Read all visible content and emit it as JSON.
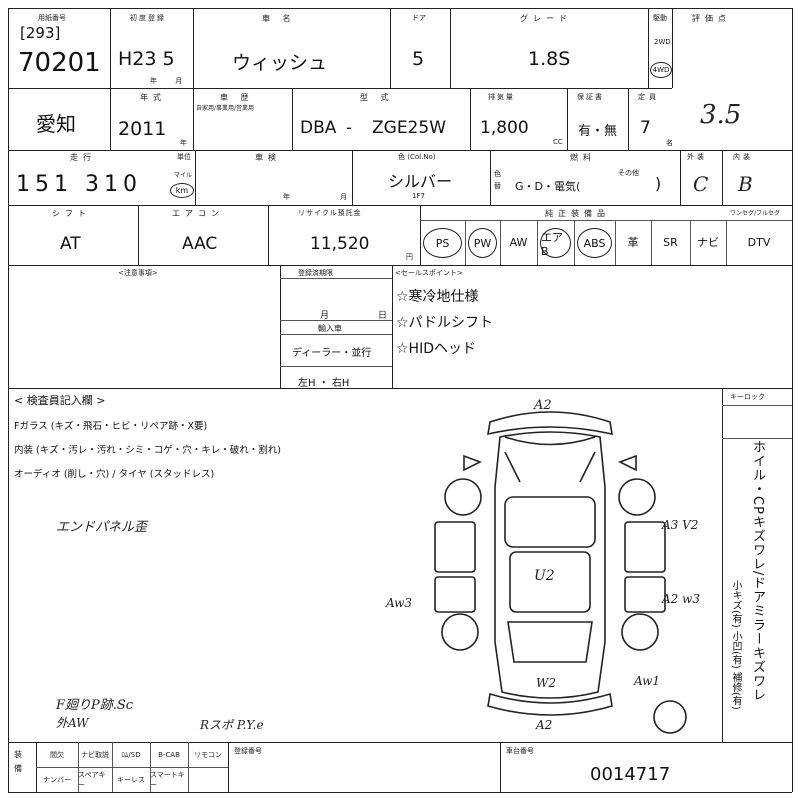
{
  "header": {
    "sheet_label": "用紙番号",
    "sheet_code": "[293]",
    "lot_number": "70201",
    "first_reg_label": "初度登録",
    "first_reg_value": "H23 5",
    "year_month_label": "年 月",
    "car_name_label": "車 名",
    "car_name": "ウィッシュ",
    "door_label": "ドア",
    "doors": "5",
    "grade_label": "グレード",
    "grade": "1.8S",
    "drive_label": "駆動",
    "drive_2wd": "2WD",
    "drive_4wd": "4WD",
    "score_label": "評価点",
    "score": "3.5"
  },
  "row2": {
    "region": "愛知",
    "model_year_label": "年式",
    "model_year": "2011",
    "model_year_unit": "年",
    "chassis_label": "車 歴",
    "chassis_sub": "自家用/事業用/営業用",
    "type_label": "型 式",
    "type_prefix": "DBA",
    "type_dash": "-",
    "type_code": "ZGE25W",
    "displacement_label": "排気量",
    "displacement": "1,800",
    "cc": "CC",
    "warranty_label": "保証書",
    "warranty_value": "有・無",
    "capacity_label": "定員",
    "capacity": "7",
    "capacity_unit": "名"
  },
  "row3": {
    "mileage_label": "走行",
    "mileage": "151 310",
    "unit_label": "単位",
    "unit_value": "km",
    "mile_label": "マイル",
    "inspection_label": "車検",
    "year_unit": "年",
    "month_unit": "月",
    "color_label": "色 (Col.No)",
    "color": "シルバー",
    "color_code": "1F7",
    "color_change": "色替",
    "fuel_label": "燃料",
    "fuel_options": "G・D・電気(",
    "fuel_other": "その他",
    "exterior_label": "外装",
    "exterior": "C",
    "interior_label": "内装",
    "interior": "B"
  },
  "row4": {
    "shift_label": "シフト",
    "shift": "AT",
    "ac_label": "エアコン",
    "ac": "AAC",
    "recycle_label": "リサイクル預託金",
    "recycle": "11,520",
    "yen": "円",
    "equip_label": "純正装備品",
    "equipment": [
      "PS",
      "PW",
      "AW",
      "エアB",
      "ABS",
      "革",
      "SR",
      "ナビ",
      "DTV"
    ],
    "circled": [
      "PS",
      "PW",
      "エアB",
      "ABS"
    ],
    "tv_label": "ワンセグ/フルセグ"
  },
  "notes": {
    "caution_label": "<注意事項>",
    "registry_label": "登録済期限",
    "month_unit": "月",
    "day_unit": "日",
    "import_label": "輸入車",
    "dealer_parallel": "ディーラー・並行",
    "handle": "左H ・ 右H",
    "sales_label": "<セールスポイント>",
    "sales_points": [
      "☆寒冷地仕様",
      "☆パドルシフト",
      "☆HIDヘッド"
    ]
  },
  "inspection": {
    "title": "< 検査員記入欄 >",
    "line1": "Fガラス (キズ・飛石・ヒビ・リペア跡・X要)",
    "line2": "内装 (キズ・汚レ・汚れ・シミ・コゲ・穴・キレ・破れ・割れ)",
    "line3": "オーディオ (削し・穴) / タイヤ (スタッドレス)",
    "hand1": "エンドパネル歪",
    "hand2": "F廻りP跡.Sc",
    "hand3": "外AW",
    "hand4": "Rスポ P.Y.e",
    "key_label": "キーロック",
    "side_text": "ホイル・CPキズワレ/ドアミラーキズワレ",
    "side_small": "小キズ(有) 小凹(有) 補修(有)"
  },
  "diagram": {
    "marks": [
      "A2",
      "A3 V2",
      "U2",
      "Aw3",
      "A2 w3",
      "Aw1",
      "W2",
      "A2"
    ]
  },
  "footer": {
    "equip_label": "装備",
    "row1": [
      "間欠",
      "ナビ取説",
      "ﾛﾑ/SD",
      "B-CAB",
      "リモコン"
    ],
    "row2": [
      "ナンバー",
      "スペアキー",
      "キーレス",
      "スマートキー",
      ""
    ],
    "reg_number_label": "登録番号",
    "chassis_number_label": "車台番号",
    "chassis_number": "0014717"
  }
}
